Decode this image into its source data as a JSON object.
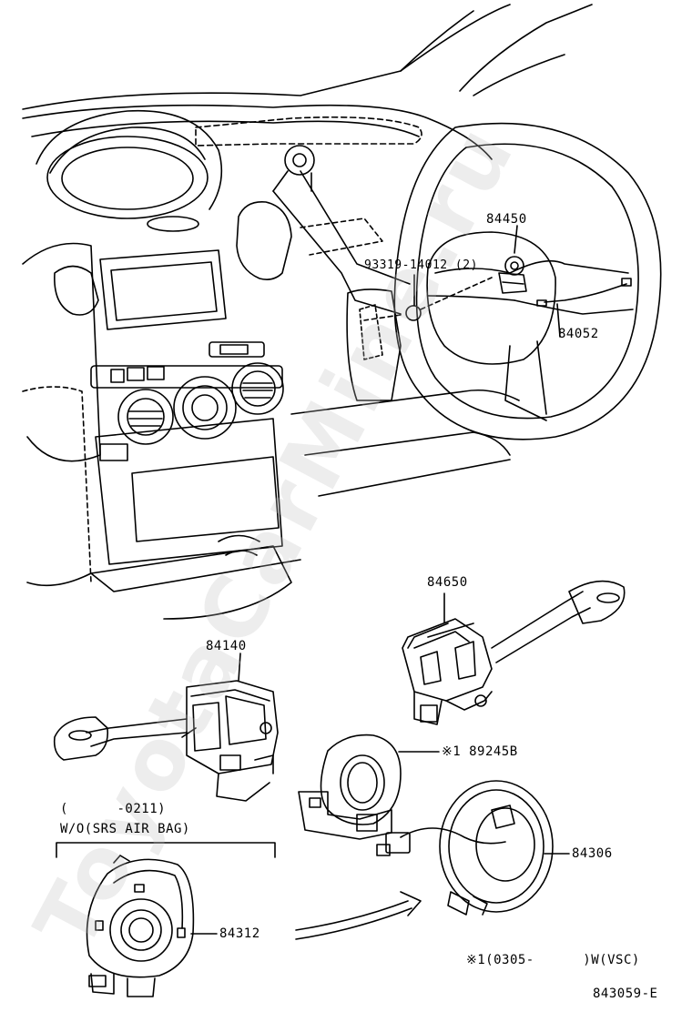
{
  "watermark": "ToyotaCarMine.ru",
  "labels": {
    "steering_pad": "84450",
    "bolt": "93319-14012 (2)",
    "horn_wire": "84052",
    "wiper_switch": "84650",
    "light_switch": "84140",
    "sensor": "※1 89245B",
    "date_range": "(      -0211)",
    "condition": "W/O(SRS AIR BAG)",
    "spiral_cable": "84306",
    "clock_spring": "84312",
    "footnote": "※1(0305-      )W(VSC)",
    "diagram_id": "843059-E"
  }
}
